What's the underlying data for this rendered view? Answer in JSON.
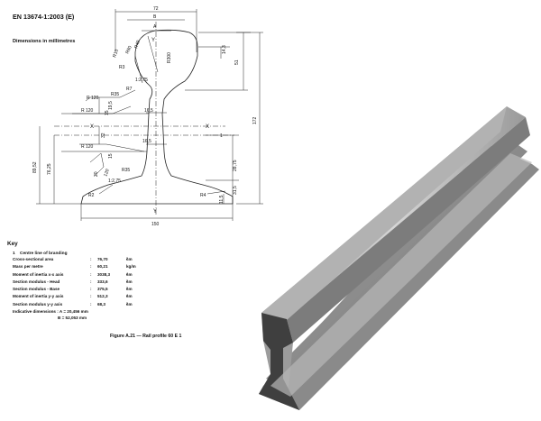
{
  "header": {
    "standard": "EN 13674-1:2003 (E)",
    "dimensions_note": "Dimensions in millimetres"
  },
  "drawing": {
    "axis_label_y": "Y",
    "axis_label_x": "X",
    "centre_line_ref": "1",
    "dims": {
      "head_width": "72",
      "b": "B",
      "a": "A",
      "d_14_3": "14,3",
      "d_51": "51",
      "d_172": "172",
      "d_32": "32",
      "d_89_52": "89,52",
      "d_76_25": "76,25",
      "d_28_75": "28,75",
      "d_31_5": "31,5",
      "d_11_5": "11,5",
      "base_width": "150",
      "web_16_5_top": "16,5",
      "web_16_5_mid": "16,5",
      "r120_a": "R 120",
      "r120_b": "R 120",
      "r120_c": "R 120",
      "r35_top": "R35",
      "r35_bot": "R35",
      "r7": "R7",
      "r2": "R2",
      "r4": "R4",
      "r13": "R13",
      "r3": "R3",
      "r300": "R300",
      "r80": "R80",
      "r40": "R40",
      "d_1_2_75_top": "1:2,75",
      "d_1_2_75_bot": "1:2,75",
      "d_19_5": "19,5",
      "d_15_top": "15",
      "d_15_bot": "15",
      "d_20": "20",
      "d_120": "120"
    }
  },
  "key": {
    "title": "Key",
    "items": [
      {
        "num": "1",
        "label": "Centre line of branding"
      }
    ]
  },
  "properties": [
    {
      "label": "Cross-sectional area",
      "value": "76,70",
      "unit": "cm",
      "exp": "2"
    },
    {
      "label": "Mass per metre",
      "value": "60,21",
      "unit": "kg/m",
      "exp": ""
    },
    {
      "label": "Moment of inertia x-x axis",
      "value": "3038,3",
      "unit": "cm",
      "exp": "4"
    },
    {
      "label": "Section modulus - Head",
      "value": "333,6",
      "unit": "cm",
      "exp": "3"
    },
    {
      "label": "Section modulus - Base",
      "value": "375,5",
      "unit": "cm",
      "exp": "3"
    },
    {
      "label": "Moment of inertia y-y axis",
      "value": "512,3",
      "unit": "cm",
      "exp": "4"
    },
    {
      "label": "Section modulus y-y axis",
      "value": "68,3",
      "unit": "cm",
      "exp": "3"
    }
  ],
  "indicative": {
    "line1": "Indicative dimensions : A = 20,456 mm",
    "line2": "B = 52,053 mm"
  },
  "figure_caption": "Figure A.21 — Rail profile 60 E 1",
  "colors": {
    "line": "#222222",
    "rail_light": "#c9c9c9",
    "rail_mid": "#9a9a9a",
    "rail_dark": "#5a5a5a"
  }
}
